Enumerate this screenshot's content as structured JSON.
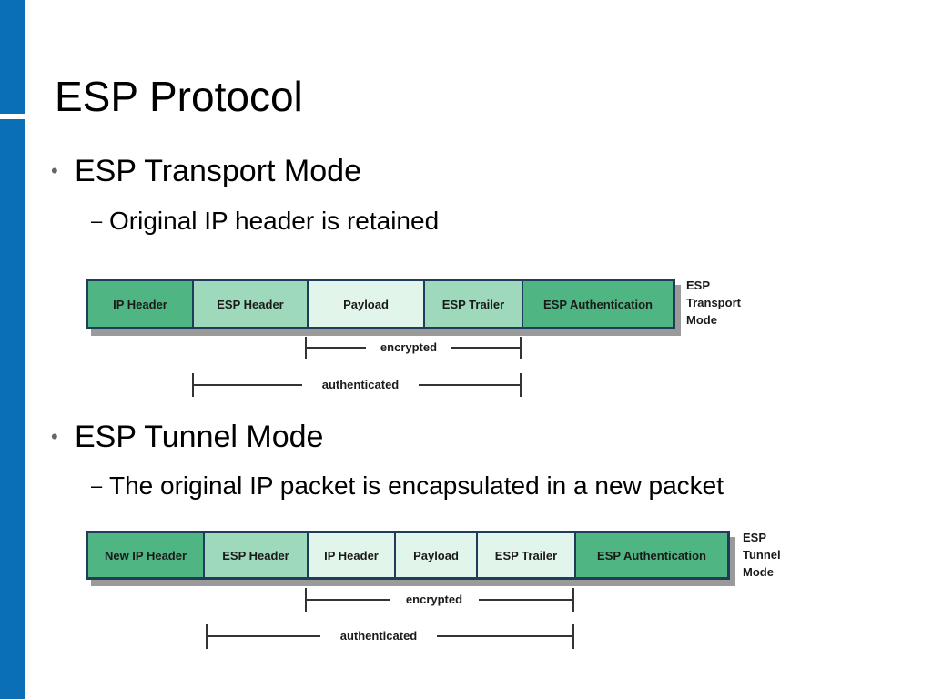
{
  "title": "ESP Protocol",
  "colors": {
    "sidebar": "#0a6fb7",
    "dark_green": "#4fb582",
    "mid_green": "#9fd9bb",
    "light_green": "#e2f5ea",
    "border": "#1f3d5a"
  },
  "bullets": [
    {
      "text": "ESP Transport Mode",
      "sub": "Original IP header is retained"
    },
    {
      "text": "ESP Tunnel Mode",
      "sub": "The original IP packet is encapsulated in a new packet"
    }
  ],
  "transport_diagram": {
    "segments": [
      {
        "label": "IP Header",
        "shade": "dark"
      },
      {
        "label": "ESP Header",
        "shade": "mid"
      },
      {
        "label": "Payload",
        "shade": "light"
      },
      {
        "label": "ESP Trailer",
        "shade": "mid"
      },
      {
        "label": "ESP Authentication",
        "shade": "dark"
      }
    ],
    "mode_label": [
      "ESP",
      "Transport",
      "Mode"
    ],
    "encrypted_label": "encrypted",
    "authenticated_label": "authenticated"
  },
  "tunnel_diagram": {
    "segments": [
      {
        "label": "New IP Header",
        "shade": "dark"
      },
      {
        "label": "ESP Header",
        "shade": "mid"
      },
      {
        "label": "IP Header",
        "shade": "light"
      },
      {
        "label": "Payload",
        "shade": "light"
      },
      {
        "label": "ESP Trailer",
        "shade": "light"
      },
      {
        "label": "ESP Authentication",
        "shade": "dark"
      }
    ],
    "mode_label": [
      "ESP",
      "Tunnel",
      "Mode"
    ],
    "encrypted_label": "encrypted",
    "authenticated_label": "authenticated"
  }
}
